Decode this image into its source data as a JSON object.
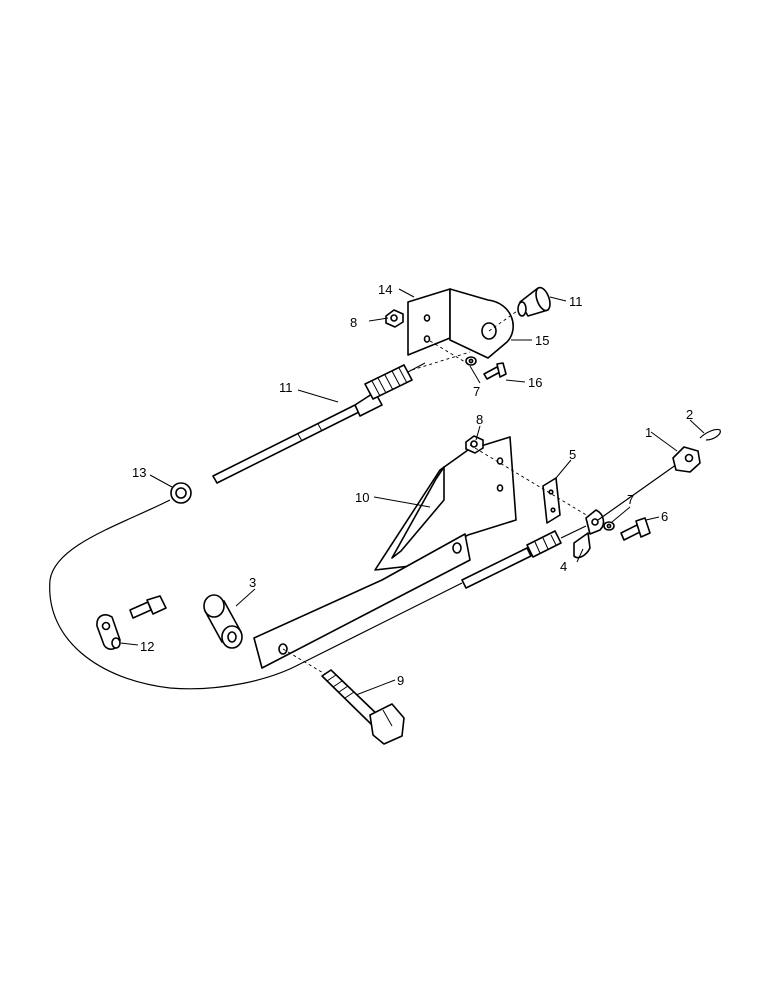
{
  "callouts": [
    {
      "id": "c1",
      "text": "1"
    },
    {
      "id": "c2",
      "text": "2"
    },
    {
      "id": "c3",
      "text": "3"
    },
    {
      "id": "c4",
      "text": "4"
    },
    {
      "id": "c5",
      "text": "5"
    },
    {
      "id": "c6",
      "text": "6"
    },
    {
      "id": "c7a",
      "text": "7"
    },
    {
      "id": "c7b",
      "text": "7"
    },
    {
      "id": "c8a",
      "text": "8"
    },
    {
      "id": "c8b",
      "text": "8"
    },
    {
      "id": "c9",
      "text": "9"
    },
    {
      "id": "c10",
      "text": "10"
    },
    {
      "id": "c11a",
      "text": "11"
    },
    {
      "id": "c11b",
      "text": "11"
    },
    {
      "id": "c12",
      "text": "12"
    },
    {
      "id": "c13",
      "text": "13"
    },
    {
      "id": "c14",
      "text": "14"
    },
    {
      "id": "c15",
      "text": "15"
    },
    {
      "id": "c16",
      "text": "16"
    }
  ]
}
